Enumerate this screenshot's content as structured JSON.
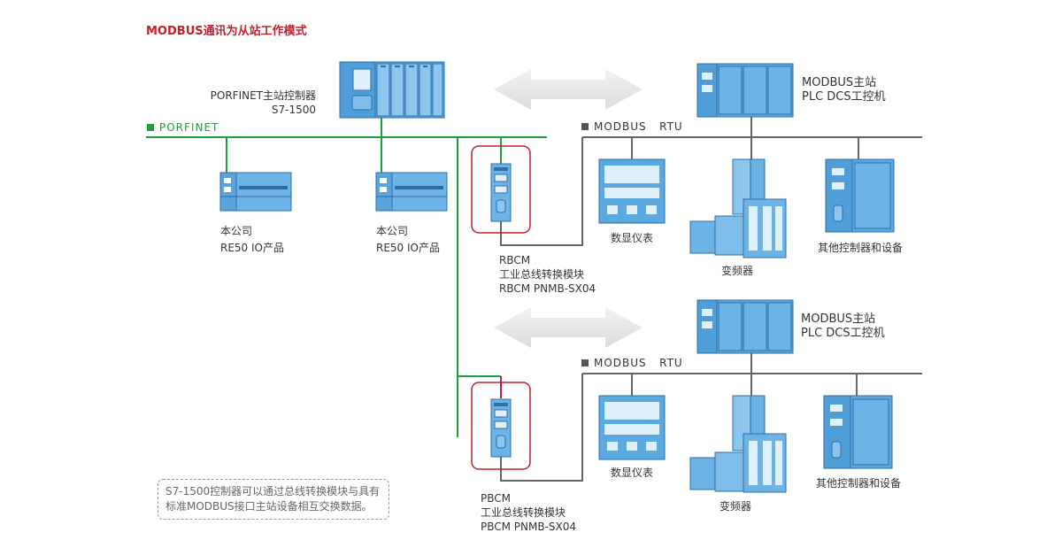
{
  "title": "MODBUS通讯为从站工作模式",
  "colors": {
    "title": "#c0202a",
    "porfinet": "#1e9e3f",
    "modbus": "#666666",
    "highlight": "#c0202a",
    "device": "#5aa9e0"
  },
  "porfinet_controller": {
    "line1": "PORFINET主站控制器",
    "line2": "S7-1500"
  },
  "porfinet_bus_label": "PORFINET",
  "io_left": {
    "line1": "本公司",
    "line2": "RE50 IO产品"
  },
  "io_right": {
    "line1": "本公司",
    "line2": "RE50 IO产品"
  },
  "rbcm": {
    "line1": "RBCM",
    "line2": "工业总线转换模块",
    "line3": "RBCM  PNMB-SX04"
  },
  "pbcm": {
    "line1": "PBCM",
    "line2": "工业总线转换模块",
    "line3": "PBCM PNMB-SX04"
  },
  "top_group": {
    "bus_label": "MODBUS   RTU",
    "master": {
      "line1": "MODBUS主站",
      "line2": "PLC DCS工控机"
    },
    "display": "数显仪表",
    "inverter": "变频器",
    "other": "其他控制器和设备"
  },
  "bottom_group": {
    "bus_label": "MODBUS   RTU",
    "master": {
      "line1": "MODBUS主站",
      "line2": "PLC DCS工控机"
    },
    "display": "数显仪表",
    "inverter": "变频器",
    "other": "其他控制器和设备"
  },
  "note": {
    "line1": "S7-1500控制器可以通过总线转换模块与具有",
    "line2": "标准MODBUS接口主站设备相互交换数据。"
  }
}
